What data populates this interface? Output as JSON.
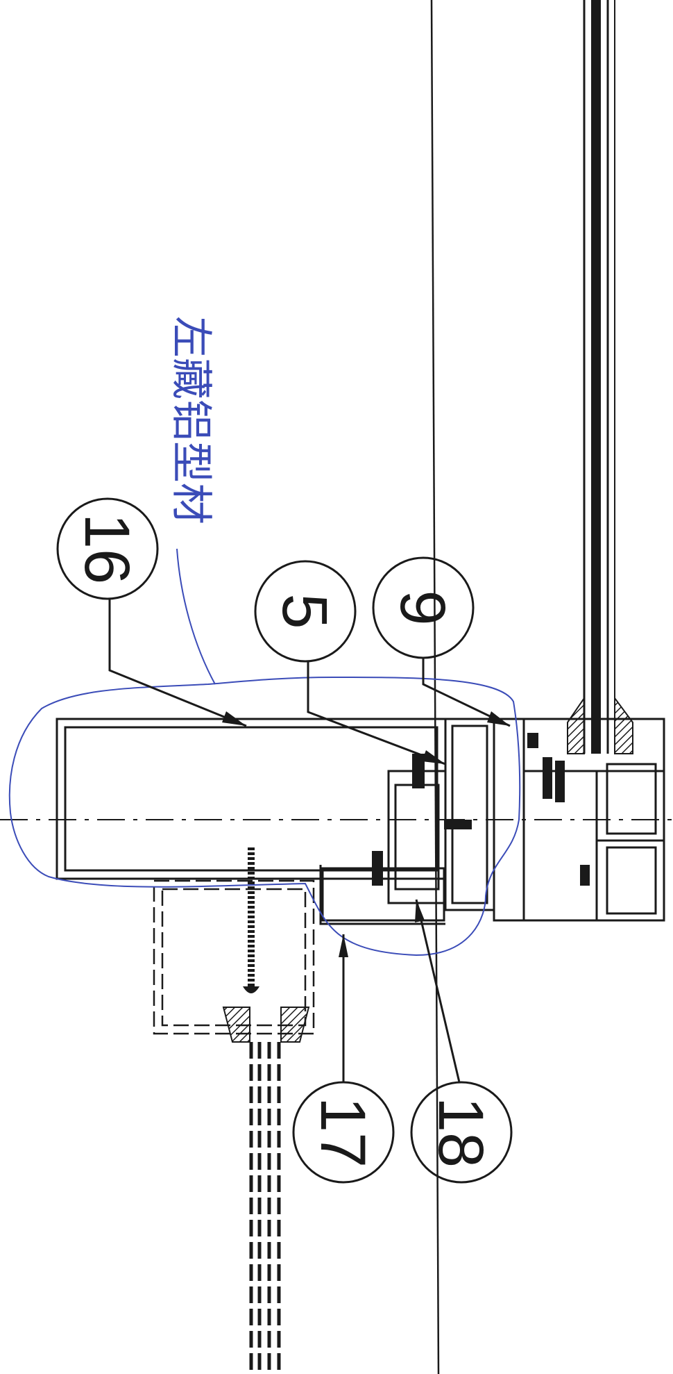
{
  "drawing": {
    "callouts": [
      {
        "id": "16",
        "label": "16"
      },
      {
        "id": "5",
        "label": "5"
      },
      {
        "id": "9",
        "label": "9"
      },
      {
        "id": "17",
        "label": "17"
      },
      {
        "id": "18",
        "label": "18"
      }
    ],
    "handwritten_note": "左藏铝型材",
    "colors": {
      "line": "#1a1a1a",
      "annotation": "#3b4cb8",
      "background": "#ffffff"
    }
  }
}
